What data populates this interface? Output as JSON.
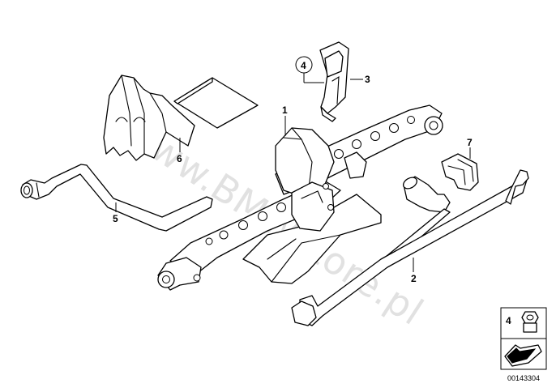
{
  "watermark": "www.BMWstore.pl",
  "callouts": {
    "c1": "1",
    "c2": "2",
    "c3": "3",
    "c4": "4",
    "c5": "5",
    "c6": "6",
    "c7": "7"
  },
  "legend": {
    "number": "4"
  },
  "diagram_code": "00143304",
  "colors": {
    "line": "#000000",
    "watermark": "#c9c9c9",
    "background": "#ffffff"
  }
}
